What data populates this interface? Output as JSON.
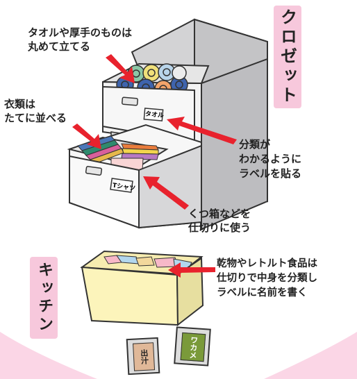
{
  "sections": {
    "closet_title": "クロゼット",
    "kitchen_title": "キッチン"
  },
  "notes": {
    "towels": "タオルや厚手のものは\n丸めて立てる",
    "clothes": "衣類は\nたてに並べる",
    "labels": "分類が\nわかるように\nラベルを貼る",
    "dividers": "くつ箱などを\n仕切りに使う",
    "kitchen": "乾物やレトルト食品は\n仕切りで中身を分類し\nラベルに名前を書く"
  },
  "drawer_labels": {
    "towel": "タオル",
    "tshirt": "Tシャツ"
  },
  "kitchen_labels": {
    "dashi": "出汁",
    "wakame": "ワカメ"
  },
  "colors": {
    "pink_tab": "#f7c8dc",
    "arrow_red": "#e8222d",
    "box_gray": "#c9c9cb",
    "box_light": "#f2f2f2",
    "kitchen_box": "#fbf3b9"
  }
}
